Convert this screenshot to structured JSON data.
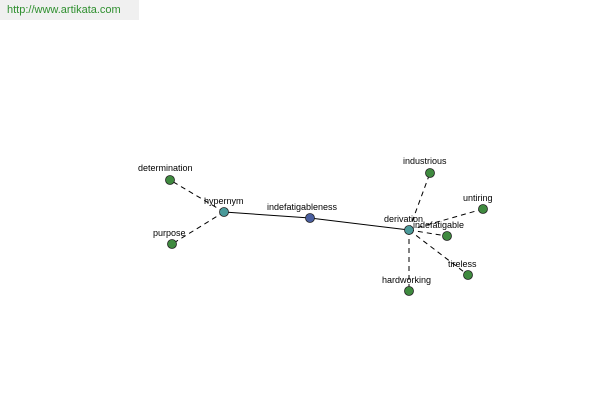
{
  "source": {
    "url_text": "http://www.artikata.com"
  },
  "colors": {
    "root": "#4a5fa0",
    "relation": "#4a9a9a",
    "term": "#3f8a3f",
    "link": "#2f8f2f"
  },
  "graph": {
    "nodes": [
      {
        "id": "indefatigableness",
        "label": "indefatigableness",
        "kind": "root"
      },
      {
        "id": "hypernym",
        "label": "hypernym",
        "kind": "relation"
      },
      {
        "id": "derivation",
        "label": "derivation",
        "kind": "relation"
      },
      {
        "id": "determination",
        "label": "determination",
        "kind": "term"
      },
      {
        "id": "purpose",
        "label": "purpose",
        "kind": "term"
      },
      {
        "id": "industrious",
        "label": "industrious",
        "kind": "term"
      },
      {
        "id": "untiring",
        "label": "untiring",
        "kind": "term"
      },
      {
        "id": "indefatigable",
        "label": "indefatigable",
        "kind": "term"
      },
      {
        "id": "tireless",
        "label": "tireless",
        "kind": "term"
      },
      {
        "id": "hardworking",
        "label": "hardworking",
        "kind": "term"
      }
    ],
    "edges": [
      {
        "from": "hypernym",
        "to": "indefatigableness",
        "style": "solid"
      },
      {
        "from": "indefatigableness",
        "to": "derivation",
        "style": "solid"
      },
      {
        "from": "hypernym",
        "to": "determination",
        "style": "dashed"
      },
      {
        "from": "hypernym",
        "to": "purpose",
        "style": "dashed"
      },
      {
        "from": "derivation",
        "to": "industrious",
        "style": "dashed"
      },
      {
        "from": "derivation",
        "to": "untiring",
        "style": "dashed"
      },
      {
        "from": "derivation",
        "to": "indefatigable",
        "style": "dashed"
      },
      {
        "from": "derivation",
        "to": "tireless",
        "style": "dashed"
      },
      {
        "from": "derivation",
        "to": "hardworking",
        "style": "dashed"
      }
    ]
  }
}
